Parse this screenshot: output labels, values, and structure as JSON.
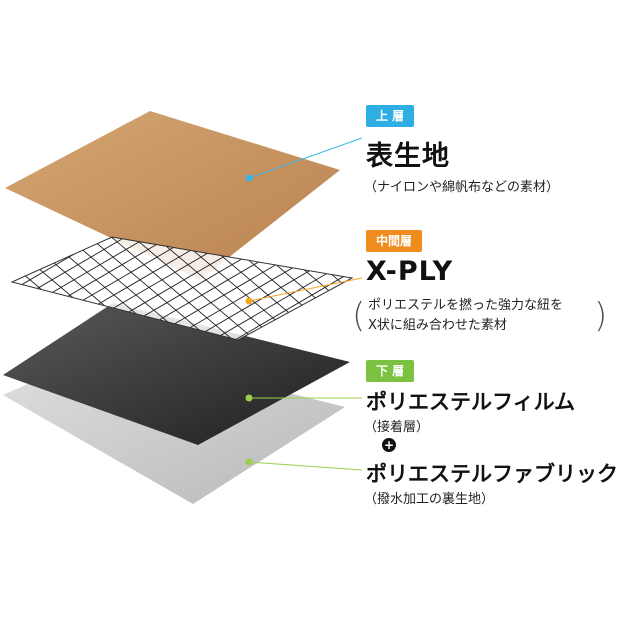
{
  "top_layer": {
    "badge": "上 層",
    "title": "表生地",
    "subtitle": "（ナイロンや綿帆布などの素材）",
    "badge_color": "#2eaee3",
    "fabric_color": "#c99565",
    "line_color": "#36b6e6"
  },
  "middle_layer": {
    "badge": "中間層",
    "title": "X-PLY",
    "description_line1": "ポリエステルを撚った強力な紐を",
    "description_line2": "X状に組み合わせた素材",
    "badge_color": "#f08c1e",
    "line_color": "#f5a623"
  },
  "bottom_layer": {
    "badge": "下 層",
    "film_title": "ポリエステルフィルム",
    "film_subtitle": "（接着層）",
    "plus": "+",
    "fabric_title": "ポリエステルファブリック",
    "fabric_subtitle": "（撥水加工の裏生地）",
    "badge_color": "#7cc242",
    "line_color": "#9ccf4a",
    "film_color": "#3c3c3c",
    "fabric_color": "#d0d0d0"
  }
}
